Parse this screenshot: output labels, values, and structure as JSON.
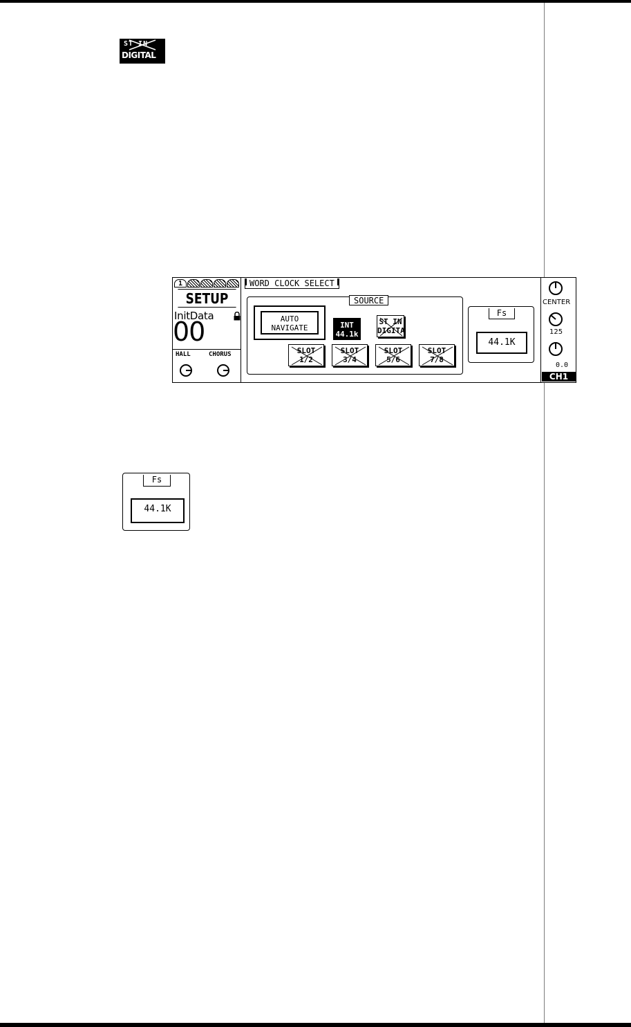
{
  "icon_top": {
    "name": "st-in-digital-icon",
    "line1": "ST IN",
    "line2": "DIGITAL"
  },
  "lcd": {
    "page_tabs": [
      "1",
      "",
      "",
      "",
      ""
    ],
    "screen_name": "SETUP",
    "scene_title": "InitData",
    "scene_number": "00",
    "effects": [
      "HALL",
      "CHORUS"
    ],
    "title": "WORD CLOCK SELECT",
    "source_label": "SOURCE",
    "auto_navigate": "AUTO NAVIGATE",
    "auto_navigate_l1": "AUTO",
    "auto_navigate_l2": "NAVIGATE",
    "sources": {
      "int": {
        "l1": "INT",
        "l2": "44.1k",
        "state": "selected"
      },
      "st_in": {
        "l1": "ST IN",
        "l2": "DIGITAL",
        "state": "unavailable"
      },
      "slots": [
        {
          "l1": "SLOT",
          "l2": "1/2"
        },
        {
          "l1": "SLOT",
          "l2": "3/4"
        },
        {
          "l1": "SLOT",
          "l2": "5/6"
        },
        {
          "l1": "SLOT",
          "l2": "7/8"
        }
      ]
    },
    "fs_label": "Fs",
    "fs_value": "44.1K",
    "right": {
      "pan": "CENTER",
      "value1": "125",
      "value2": "0.0",
      "channel": "CH1"
    }
  },
  "zoom": {
    "fs_label": "Fs",
    "fs_value": "44.1K"
  }
}
